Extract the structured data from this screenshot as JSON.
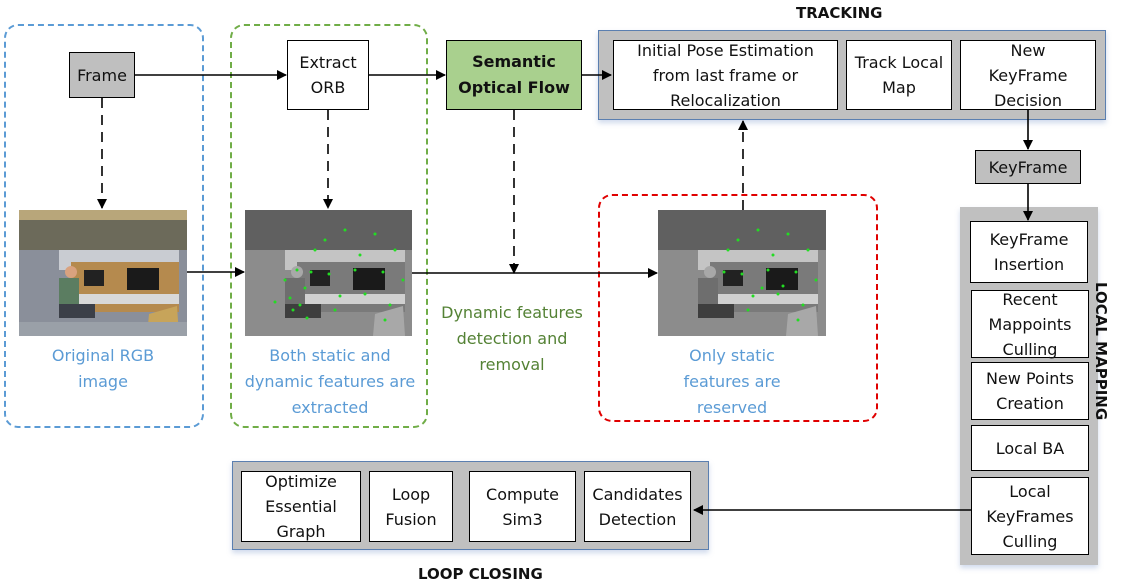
{
  "sections": {
    "tracking": "TRACKING",
    "local_mapping": "LOCAL MAPPING",
    "loop_closing": "LOOP CLOSING"
  },
  "nodes": {
    "frame": "Frame",
    "extract_orb": "Extract ORB",
    "semantic_optical_flow": "Semantic Optical Flow",
    "keyframe": "KeyFrame"
  },
  "tracking_steps": [
    "Initial Pose Estimation from last frame or Relocalization",
    "Track Local Map",
    "New KeyFrame Decision"
  ],
  "local_mapping_steps": [
    "KeyFrame Insertion",
    "Recent Mappoints Culling",
    "New Points Creation",
    "Local BA",
    "Local KeyFrames Culling"
  ],
  "loop_closing_steps": [
    "Optimize Essential Graph",
    "Loop Fusion",
    "Compute Sim3",
    "Candidates Detection"
  ],
  "captions": {
    "original": "Original RGB image",
    "both_features": "Both static and dynamic features are extracted",
    "dynamic_removal": "Dynamic features detection and removal",
    "static_only": "Only static features are reserved"
  },
  "colors": {
    "blue_group": "#5b9bd5",
    "green_group": "#70ad47",
    "red_group": "#e00000",
    "semantic_fill": "#a9d08e",
    "caption_blue": "#5b9bd5",
    "caption_green": "#548235",
    "panel_gray": "#c0c0c0",
    "node_gray": "#bfbfbf"
  }
}
